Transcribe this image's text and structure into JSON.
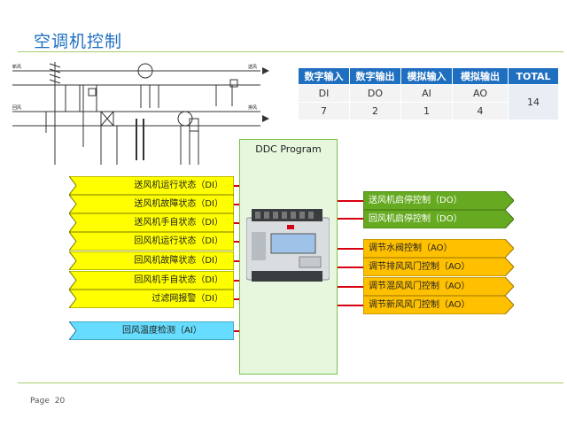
{
  "title": "空调机控制",
  "schematic": {
    "supply_in": "新风",
    "supply_out": "送风",
    "return_in": "回风",
    "return_out": "排风"
  },
  "io_table": {
    "headers": [
      "数字输入",
      "数字输出",
      "模拟输入",
      "模拟输出",
      "TOTAL"
    ],
    "types": [
      "DI",
      "DO",
      "AI",
      "AO"
    ],
    "counts": [
      "7",
      "2",
      "1",
      "4"
    ],
    "total": "14"
  },
  "program_label": "DDC Program",
  "inputs": [
    "送风机运行状态（DI）",
    "送风机故障状态（DI）",
    "送风机手自状态（DI）",
    "回风机运行状态（DI）",
    "回风机故障状态（DI）",
    "回风机手自状态（DI）",
    "过滤网报警（DI）",
    "回风温度检测（AI）"
  ],
  "outputs": [
    "送风机启停控制（DO）",
    "回风机启停控制（DO）",
    "调节水阀控制（AO）",
    "调节排风风门控制（AO）",
    "调节混风风门控制（AO）",
    "调节新风风门控制（AO）"
  ],
  "colors": {
    "di": "#ffff00",
    "ai": "#66ddff",
    "do": "#66aa22",
    "ao": "#ffc000",
    "wire": "#d80010",
    "accent": "#1f6fc0"
  },
  "footer": {
    "page_label": "Page",
    "page_number": "20"
  }
}
